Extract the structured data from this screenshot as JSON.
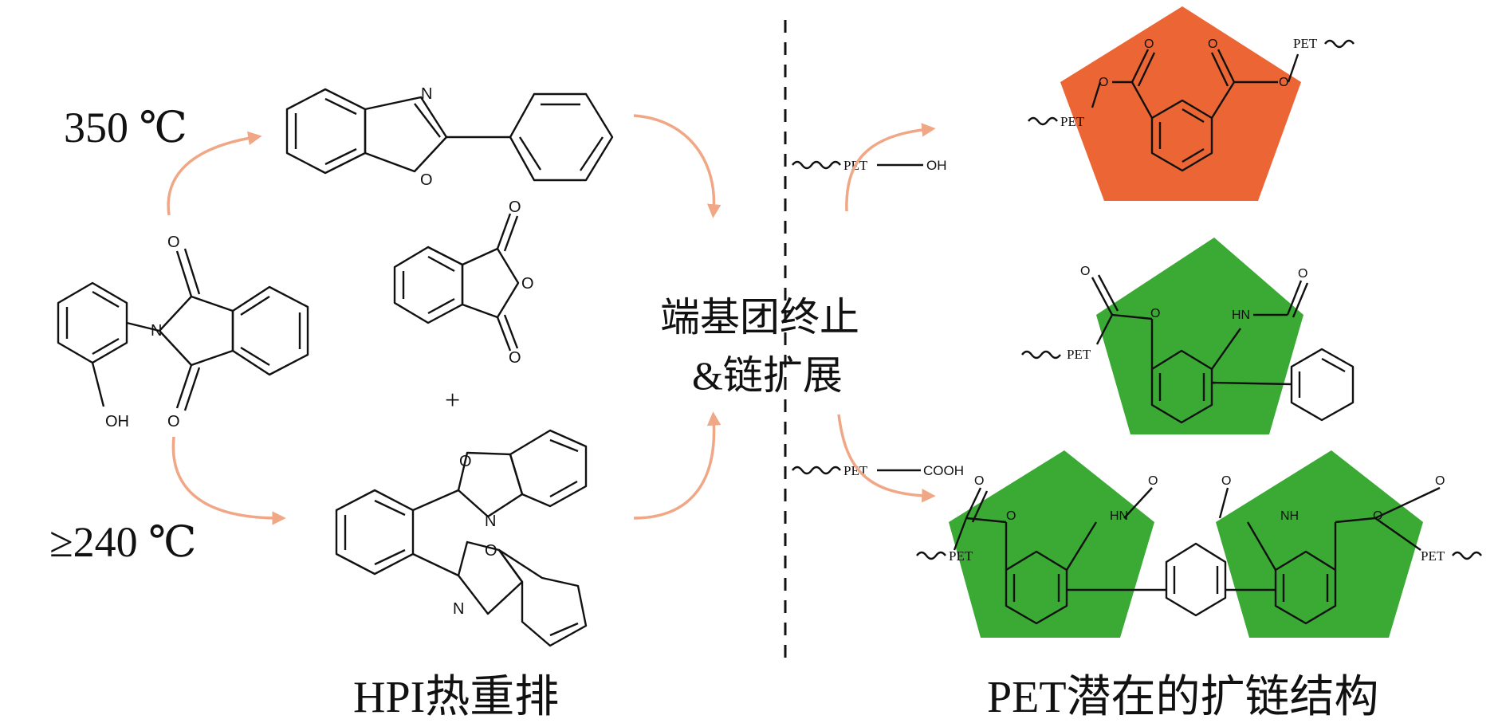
{
  "labels": {
    "temp_high": "350 ℃",
    "temp_low": "≥240 ℃",
    "center_line1": "端基团终止",
    "center_line2": "&链扩展",
    "caption_left": "HPI热重排",
    "caption_right": "PET潜在的扩链结构",
    "plus": "+"
  },
  "chain": {
    "pet": "PET",
    "oh": "OH",
    "cooh": "COOH"
  },
  "atoms": {
    "n": "N",
    "o": "O",
    "oh": "OH",
    "hn": "HN",
    "nh": "NH"
  },
  "colors": {
    "blue": "#5B84C4",
    "yellow": "#F2C45F",
    "green": "#3AAA35",
    "orange": "#EB6634",
    "arrow": "#F0A786"
  }
}
